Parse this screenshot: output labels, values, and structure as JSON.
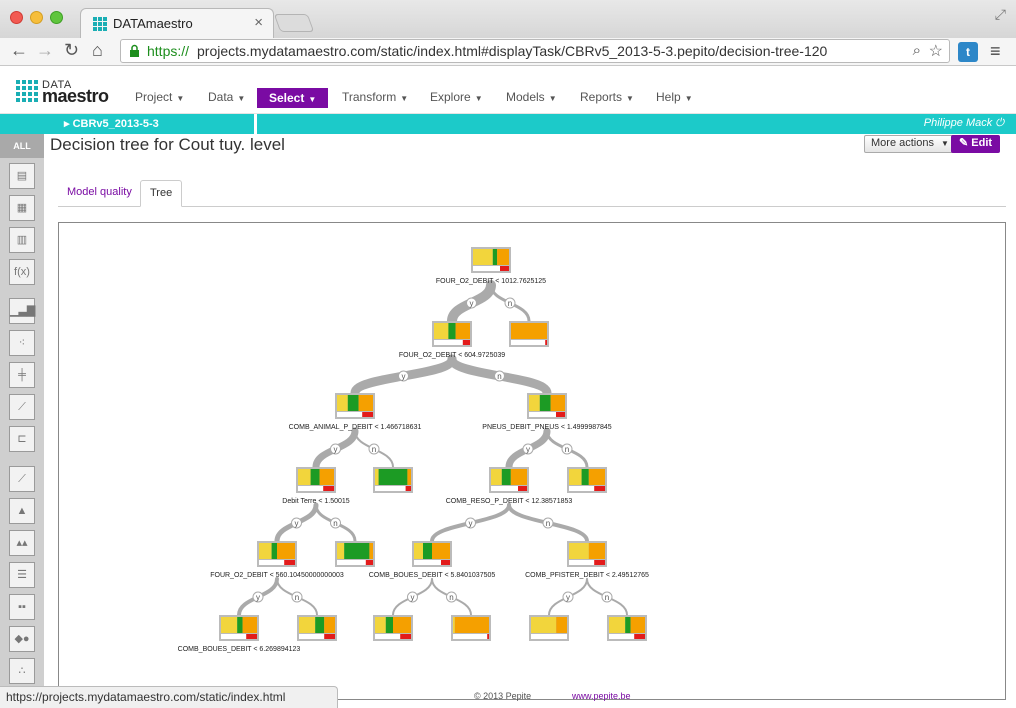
{
  "browser": {
    "tab_title": "DATAmaestro",
    "tab_close": "×",
    "url_scheme": "https://",
    "url_rest": "projects.mydatamaestro.com/static/index.html#displayTask/CBRv5_2013-5-3.pepito/decision-tree-120",
    "status_url": "https://projects.mydatamaestro.com/static/index.html"
  },
  "app": {
    "logo_top": "DATA",
    "logo_bottom": "maestro",
    "menu": [
      {
        "label": "Project"
      },
      {
        "label": "Data"
      },
      {
        "label": "Select"
      },
      {
        "label": "Transform"
      },
      {
        "label": "Explore"
      },
      {
        "label": "Models"
      },
      {
        "label": "Reports"
      },
      {
        "label": "Help"
      }
    ],
    "active_menu": "Select",
    "file_name": "CBRv5_2013-5-3",
    "user": "Philippe Mack",
    "left_all": "ALL"
  },
  "page": {
    "title": "Decision tree for Cout tuy. level",
    "more_actions": "More actions",
    "edit": "Edit",
    "tabs": [
      {
        "label": "Model quality",
        "active": false
      },
      {
        "label": "Tree",
        "active": true
      }
    ]
  },
  "tree": {
    "yes_label": "y",
    "no_label": "n",
    "colors": {
      "yellow": "#f2d53c",
      "green": "#1c9b24",
      "orange": "#f5a000",
      "red": "#e31b1b",
      "edge": "#aaaaaa"
    },
    "nodes": [
      {
        "id": "n0",
        "label": "FOUR_O2_DEBIT < 1012.7625125",
        "mix": [
          0.55,
          0.12,
          0.33
        ],
        "red": 0.25
      },
      {
        "id": "n1",
        "label": "FOUR_O2_DEBIT < 604.9725039",
        "mix": [
          0.4,
          0.2,
          0.4
        ],
        "red": 0.2
      },
      {
        "id": "n2",
        "label": "",
        "mix": [
          0,
          0,
          1
        ],
        "red": 0.05
      },
      {
        "id": "n3",
        "label": "COMB_ANIMAL_P_DEBIT < 1.466718631",
        "mix": [
          0.3,
          0.3,
          0.4
        ],
        "red": 0.3
      },
      {
        "id": "n4",
        "label": "PNEUS_DEBIT_PNEUS < 1.4999987845",
        "mix": [
          0.3,
          0.3,
          0.4
        ],
        "red": 0.25
      },
      {
        "id": "n5",
        "label": "Debit Terre < 1.50015",
        "mix": [
          0.35,
          0.25,
          0.4
        ],
        "red": 0.3
      },
      {
        "id": "n6",
        "label": "",
        "mix": [
          0.1,
          0.8,
          0.1
        ],
        "red": 0.15
      },
      {
        "id": "n7",
        "label": "COMB_RESO_P_DEBIT < 12.38571853",
        "mix": [
          0.3,
          0.25,
          0.45
        ],
        "red": 0.25
      },
      {
        "id": "n8",
        "label": "",
        "mix": [
          0.35,
          0.2,
          0.45
        ],
        "red": 0.3
      },
      {
        "id": "n9",
        "label": "FOUR_O2_DEBIT < 560.10450000000003",
        "mix": [
          0.35,
          0.15,
          0.5
        ],
        "red": 0.3
      },
      {
        "id": "n10",
        "label": "",
        "mix": [
          0.2,
          0.7,
          0.1
        ],
        "red": 0.2
      },
      {
        "id": "n11",
        "label": "COMB_BOUES_DEBIT < 5.8401037505",
        "mix": [
          0.25,
          0.25,
          0.5
        ],
        "red": 0.25
      },
      {
        "id": "n12",
        "label": "COMB_PFISTER_DEBIT < 2.49512765",
        "mix": [
          0.55,
          0.0,
          0.45
        ],
        "red": 0.3
      },
      {
        "id": "n13",
        "label": "COMB_BOUES_DEBIT < 6.269894123",
        "mix": [
          0.45,
          0.15,
          0.4
        ],
        "red": 0.3
      },
      {
        "id": "n14",
        "label": "",
        "mix": [
          0.45,
          0.25,
          0.3
        ],
        "red": 0.3
      },
      {
        "id": "n15",
        "label": "",
        "mix": [
          0.3,
          0.2,
          0.5
        ],
        "red": 0.3
      },
      {
        "id": "n16",
        "label": "",
        "mix": [
          0.05,
          0.0,
          0.95
        ],
        "red": 0.05
      },
      {
        "id": "n17",
        "label": "",
        "mix": [
          0.7,
          0.0,
          0.3
        ],
        "red": 0.0
      },
      {
        "id": "n18",
        "label": "",
        "mix": [
          0.45,
          0.15,
          0.4
        ],
        "red": 0.3
      }
    ]
  },
  "footer": {
    "copyright": "© 2013 Pepite",
    "link": "www.pepite.be"
  }
}
